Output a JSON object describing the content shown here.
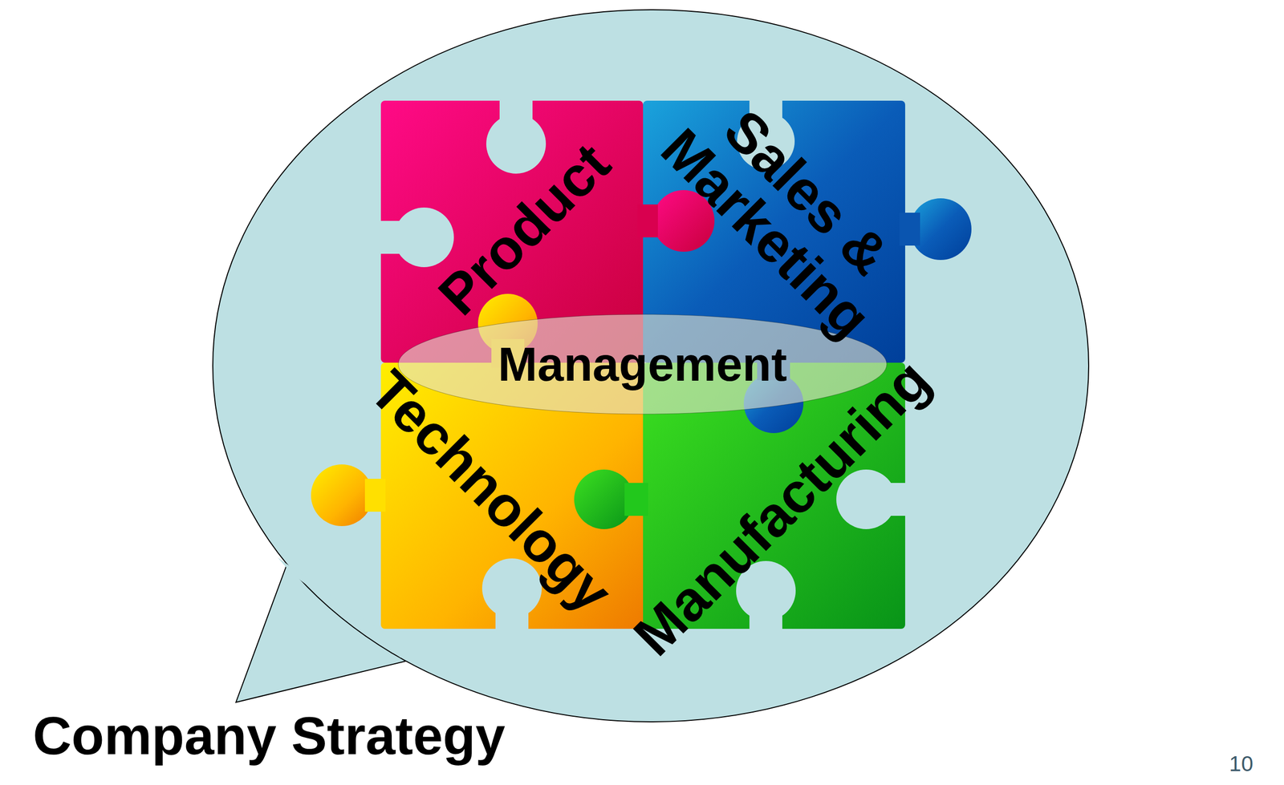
{
  "diagram": {
    "nodes": [
      {
        "text": [
          "Company Strategy"
        ]
      },
      {
        "text": [
          "Product"
        ],
        "in": 0
      },
      {
        "text": [
          "Sales & Marketing"
        ],
        "in": 0
      },
      {
        "text": [
          "Technology"
        ],
        "in": 0
      },
      {
        "text": [
          "Manufacturing"
        ],
        "in": 0
      },
      {
        "text": [
          "Management"
        ],
        "in": 0
      }
    ],
    "labels": [
      "10"
    ]
  }
}
